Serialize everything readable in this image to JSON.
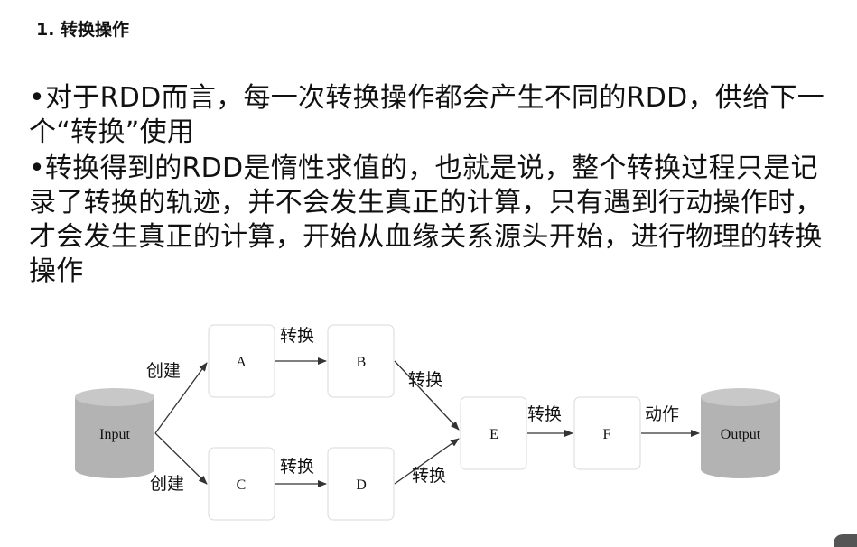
{
  "heading": "1. 转换操作",
  "paragraphs": [
    "•对于RDD而言，每一次转换操作都会产生不同的RDD，供给下一个“转换”使用",
    "•转换得到的RDD是惰性求值的，也就是说，整个转换过程只是记录了转换的轨迹，并不会发生真正的计算，只有遇到行动操作时，才会发生真正的计算，开始从血缘关系源头开始，进行物理的转换操作"
  ],
  "diagram": {
    "input_label": "Input",
    "output_label": "Output",
    "nodes": {
      "a": "A",
      "b": "B",
      "c": "C",
      "d": "D",
      "e": "E",
      "f": "F"
    },
    "edge_labels": {
      "create_top": "创建",
      "create_bottom": "创建",
      "a_to_b": "转换",
      "c_to_d": "转换",
      "b_to_e": "转换",
      "d_to_e": "转换",
      "e_to_f": "转换",
      "f_to_output": "动作"
    },
    "colors": {
      "cylinder": "#b3b3b3",
      "cylinder_top": "#cccccc",
      "arrow": "#333333"
    }
  }
}
